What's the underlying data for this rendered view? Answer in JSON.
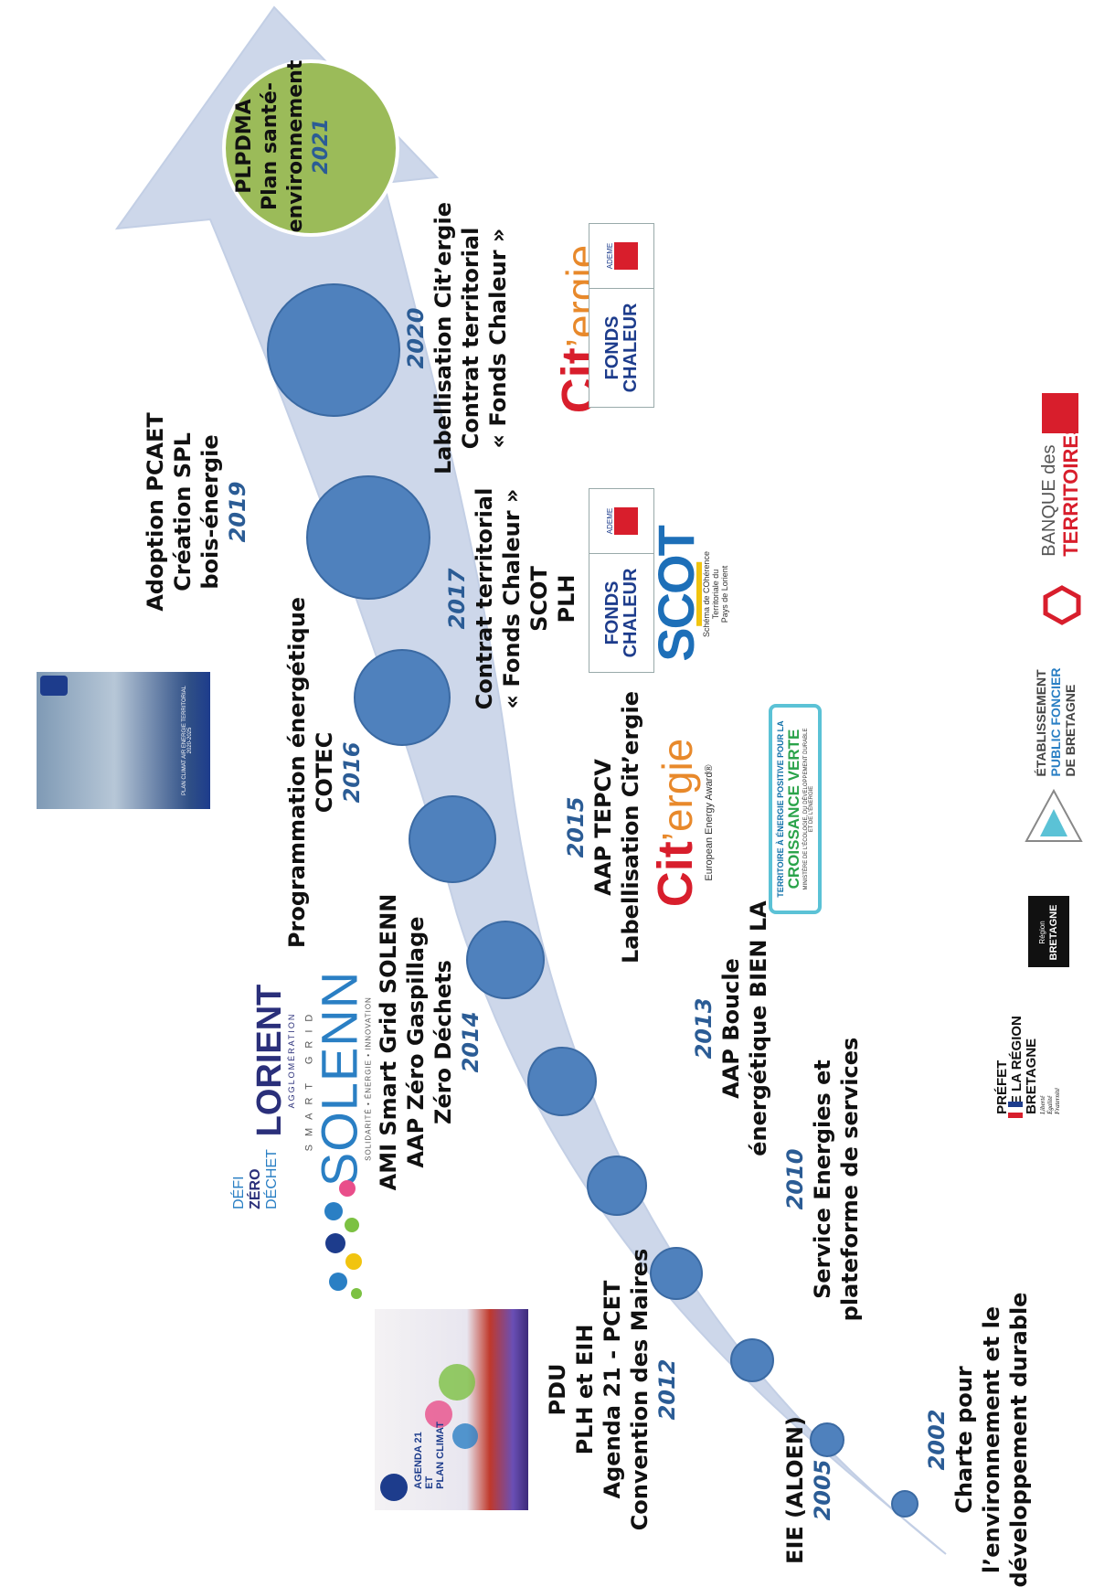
{
  "milestones": {
    "m2002": {
      "title": "2002",
      "l1": "Charte pour",
      "l2": "l’environnement et le",
      "l3": "développement durable"
    },
    "m2005": {
      "l1": "EIE (ALOEN)",
      "year": "2005"
    },
    "m2010": {
      "year": "2010",
      "l1": "Service Energies et",
      "l2": "plateforme de services"
    },
    "m2012": {
      "l1": "PDU",
      "l2": "PLH et EIH",
      "l3": "Agenda 21 - PCET",
      "l4": "Convention des Maires",
      "year": "2012"
    },
    "m2013": {
      "year": "2013",
      "l1": "AAP Boucle",
      "l2": "énergétique BIEN LA"
    },
    "m2014": {
      "l1": "AMI Smart Grid SOLENN",
      "l2": "AAP Zéro Gaspillage",
      "l3": "Zéro Déchets",
      "year": "2014"
    },
    "m2015": {
      "year": "2015",
      "l1": "AAP TEPCV",
      "l2": "Labellisation Cit’ergie"
    },
    "m2016": {
      "l1": "Programmation énergétique",
      "l2": "COTEC",
      "year": "2016"
    },
    "m2017": {
      "year": "2017",
      "l1": "Contrat territorial",
      "l2": "« Fonds Chaleur »",
      "l3": "SCOT",
      "l4": "PLH"
    },
    "m2019": {
      "l1": "Adoption PCAET",
      "l2": "Création SPL",
      "l3": "bois-énergie",
      "year": "2019"
    },
    "m2020": {
      "year": "2020",
      "l1": "Labellisation Cit’ergie",
      "l2": "Contrat territorial",
      "l3": "« Fonds Chaleur »"
    },
    "m2021": {
      "l1": "PLPDMA",
      "l2": "Plan santé-",
      "l3": "environnement",
      "year": "2021"
    }
  },
  "logos": {
    "citergie": {
      "brand_a": "Cit",
      "brand_b": "’ergie",
      "sub": "European Energy Award®"
    },
    "fonds_chaleur": {
      "l1": "FONDS",
      "l2": "CHALEUR",
      "agency": "ADEME"
    },
    "scot": {
      "brand": "SCOT",
      "sub1": "Schéma de COhérence",
      "sub2": "Territoriale du",
      "sub3": "Pays de Lorient"
    },
    "tepcv": {
      "l1": "TERRITOIRE À ÉNERGIE POSITIVE POUR LA",
      "l2": "CROISSANCE VERTE",
      "l3": "MINISTÈRE DE L’ÉCOLOGIE, DU DÉVELOPPEMENT DURABLE",
      "l4": "ET DE L’ÉNERGIE"
    },
    "lorient": {
      "brand": "LORIENT",
      "sub": "AGGLOMÉRATION"
    },
    "solenn": {
      "top": "SMART GRID",
      "brand": "SOLENN",
      "sub": "SOLIDARITÉ • ÉNERGIE • INNOVATION"
    },
    "defi": {
      "l1": "DÉFI",
      "l2": "ZÉRO",
      "l3": "DÉCHET"
    },
    "prefet": {
      "l1": "PRÉFET",
      "l2": "DE LA RÉGION",
      "l3": "BRETAGNE",
      "l4": "Liberté",
      "l5": "Égalité",
      "l6": "Fraternité"
    },
    "region": {
      "l1": "Région",
      "l2": "BRETAGNE"
    },
    "epf": {
      "l1": "ÉTABLISSEMENT",
      "l2": "PUBLIC FONCIER",
      "l3": "DE BRETAGNE"
    },
    "banque": {
      "l1": "BANQUE des",
      "l2": "TERRITOIRES"
    },
    "pcaet_cover": {
      "l1": "PLAN CLIMAT AIR ENERGIE TERRITORIAL",
      "l2": "2020-2025"
    },
    "agenda_cover": {
      "l1": "AGENDA 21",
      "l2": "ET",
      "l3": "PLAN CLIMAT"
    }
  },
  "colors": {
    "arrow": "#cdd7ea",
    "circle": "#4f81bd",
    "circle_stroke": "#3b6aa3",
    "green": "#9bbb59",
    "year": "#2b5c95",
    "citergie_red": "#d81e2c",
    "citergie_orange": "#e8892b"
  }
}
